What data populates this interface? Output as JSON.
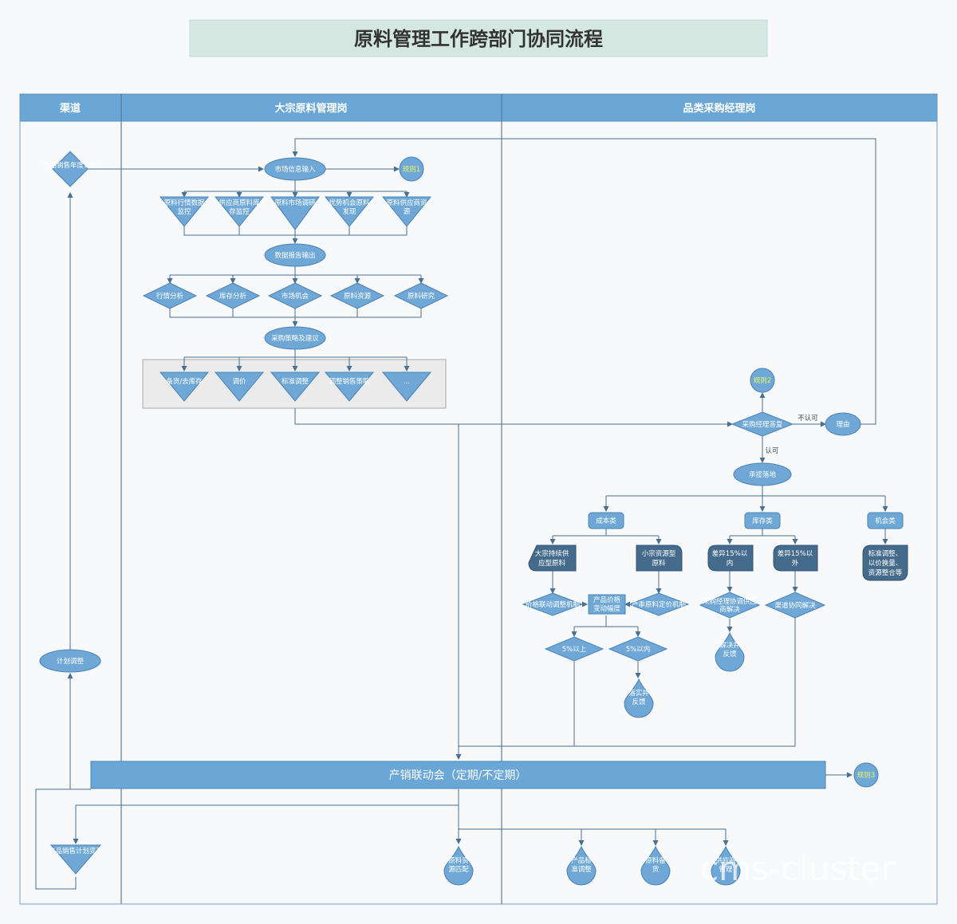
{
  "title": "原料管理工作跨部门协同流程",
  "lanes": {
    "channel": "渠道",
    "bulk": "大宗原料管理岗",
    "category": "品类采购经理岗"
  },
  "colors": {
    "node": "#6fa8d6",
    "node_stroke": "#4a83b5",
    "dark_node": "#456b8c",
    "header": "#6aa6d6",
    "title_bg": "#d4e7e1",
    "line": "#4a6f8f",
    "group_bg": "#ebebeb"
  },
  "channel": {
    "annual_plan": "产品销售年度计划",
    "plan_adjust": "计划调整",
    "plan_change": "产品销售计划变更"
  },
  "bulk": {
    "market_input": "市场信息输入",
    "rule1": "规则1",
    "monitors": [
      "原料行情数据监控",
      "供应商原料库存监控",
      "原料市场调研",
      "优势机会原料发现",
      "原料供应商资源"
    ],
    "data_report": "数据报告输出",
    "analysis": [
      "行情分析",
      "库存分析",
      "市场机会",
      "原料资源",
      "原料研究"
    ],
    "strategy": "采购策略及建议",
    "actions": [
      "备货/去库存",
      "调价",
      "标准调整",
      "调整销售策略",
      "..."
    ]
  },
  "category": {
    "rule2": "规则2",
    "manager_reply": "采购经理答复",
    "not_approved": "不认可",
    "reason": "理由",
    "approved": "认可",
    "implement": "承接落地",
    "types": {
      "cost": "成本类",
      "stock": "库存类",
      "opportunity": "机会类"
    },
    "cost_a": "大宗持续供应型原料",
    "cost_b": "小宗资源型原料",
    "price_link": "价格联动调整机制",
    "price_range": "产品价格变动幅度",
    "season_price": "产季原料定价机制",
    "above5": "5%以上",
    "within5": "5%以内",
    "implement_feedback": "落实并反馈",
    "diff_in": "差异15%以内",
    "diff_out": "差异15%以外",
    "manager_coord": "采购经理协调供应商解决",
    "solve_feedback": "解决并反馈",
    "channel_coord": "渠道协同解决",
    "opp_detail": "标准调整、以价换量、资源整合等"
  },
  "meeting": {
    "label": "产销联动会（定期/不定期）",
    "rule3": "规则3",
    "outputs": [
      "原料资源匹配",
      "产品标准调整",
      "原料备货",
      "供应商管理"
    ]
  },
  "watermark": "cms-cluster"
}
